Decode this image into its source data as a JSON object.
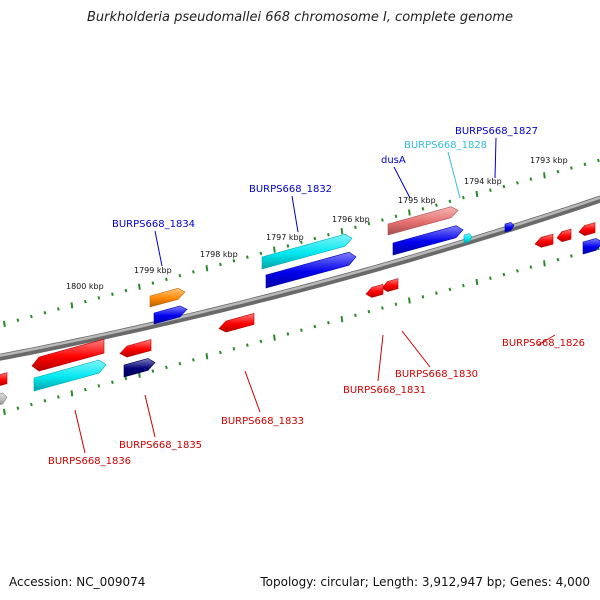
{
  "title": "Burkholderia pseudomallei 668 chromosome I, complete genome",
  "footer": {
    "accession": "Accession: NC_009074",
    "summary": "Topology: circular; Length: 3,912,947 bp; Genes: 4,000"
  },
  "colors": {
    "backbone": "#888888",
    "ticks": "#2a8a2a",
    "label_blue": "#0000cc",
    "label_cyan": "#33bbdd",
    "label_red": "#cc0000",
    "red": "#ff0000",
    "cyan": "#00e8f0",
    "blue": "#0000ee",
    "navy": "#000077",
    "orange": "#ff8800",
    "pink": "#e66f6f",
    "gray": "#bbbbbb"
  },
  "scale_labels": [
    "1800 kbp",
    "1799 kbp",
    "1798 kbp",
    "1797 kbp",
    "1796 kbp",
    "1795 kbp",
    "1794 kbp",
    "1793 kbp"
  ],
  "gene_labels": [
    {
      "text": "BURPS668_1827",
      "color": "label_blue"
    },
    {
      "text": "BURPS668_1828",
      "color": "label_cyan"
    },
    {
      "text": "dusA",
      "color": "label_blue"
    },
    {
      "text": "BURPS668_1832",
      "color": "label_blue"
    },
    {
      "text": "BURPS668_1834",
      "color": "label_blue"
    },
    {
      "text": "BURPS668_1826",
      "color": "label_red"
    },
    {
      "text": "BURPS668_1830",
      "color": "label_red"
    },
    {
      "text": "BURPS668_1831",
      "color": "label_red"
    },
    {
      "text": "BURPS668_1833",
      "color": "label_red"
    },
    {
      "text": "BURPS668_1835",
      "color": "label_red"
    },
    {
      "text": "BURPS668_1836",
      "color": "label_red"
    }
  ],
  "features": [
    {
      "name": "gene-1827",
      "color": "blue"
    },
    {
      "name": "gene-1828",
      "color": "cyan"
    },
    {
      "name": "gene-dusa",
      "color": "pink"
    },
    {
      "name": "gene-1832",
      "color": "cyan"
    },
    {
      "name": "gene-1834",
      "color": "orange"
    },
    {
      "name": "cds-1834",
      "color": "blue"
    },
    {
      "name": "cds-dusa",
      "color": "blue"
    },
    {
      "name": "cds-1832",
      "color": "blue"
    },
    {
      "name": "cds-1828",
      "color": "red"
    },
    {
      "name": "cds-1826",
      "color": "red"
    },
    {
      "name": "cds-1825",
      "color": "red"
    },
    {
      "name": "cds-1824",
      "color": "blue"
    },
    {
      "name": "cds-1830",
      "color": "red"
    },
    {
      "name": "cds-1831",
      "color": "red"
    },
    {
      "name": "cds-1833",
      "color": "red"
    },
    {
      "name": "cds-1835",
      "color": "red"
    },
    {
      "name": "cds-1835b",
      "color": "navy"
    },
    {
      "name": "cds-1836",
      "color": "red"
    },
    {
      "name": "gene-1836",
      "color": "cyan"
    },
    {
      "name": "cds-1837",
      "color": "red"
    },
    {
      "name": "gene-1837",
      "color": "gray"
    }
  ]
}
